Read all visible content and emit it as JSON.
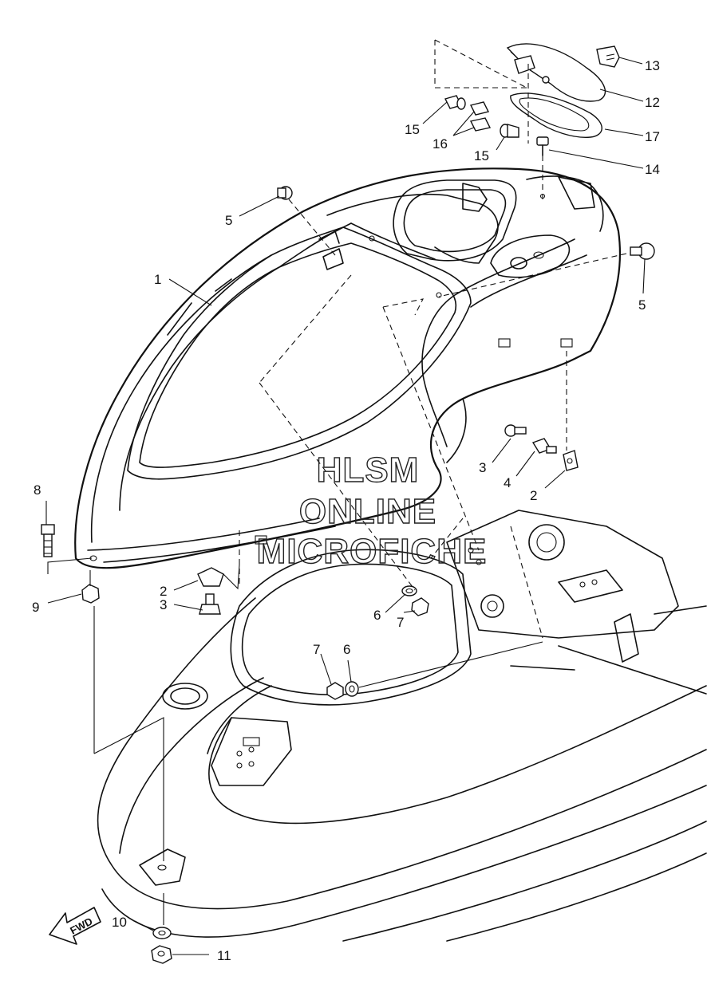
{
  "watermark": {
    "line1": "HLSM",
    "line2": "ONLINE",
    "line3": "MICROFICHE"
  },
  "direction_marker": {
    "label": "FWD",
    "icon": "fwd-arrow-icon"
  },
  "callouts": {
    "c1": "1",
    "c2a": "2",
    "c2b": "2",
    "c3a": "3",
    "c3b": "3",
    "c4": "4",
    "c5a": "5",
    "c5b": "5",
    "c6a": "6",
    "c6b": "6",
    "c7a": "7",
    "c7b": "7",
    "c8": "8",
    "c9": "9",
    "c10": "10",
    "c11": "11",
    "c12": "12",
    "c13": "13",
    "c14": "14",
    "c15a": "15",
    "c15b": "15",
    "c16": "16",
    "c17": "17"
  },
  "colors": {
    "line": "#111111",
    "background": "#ffffff"
  }
}
